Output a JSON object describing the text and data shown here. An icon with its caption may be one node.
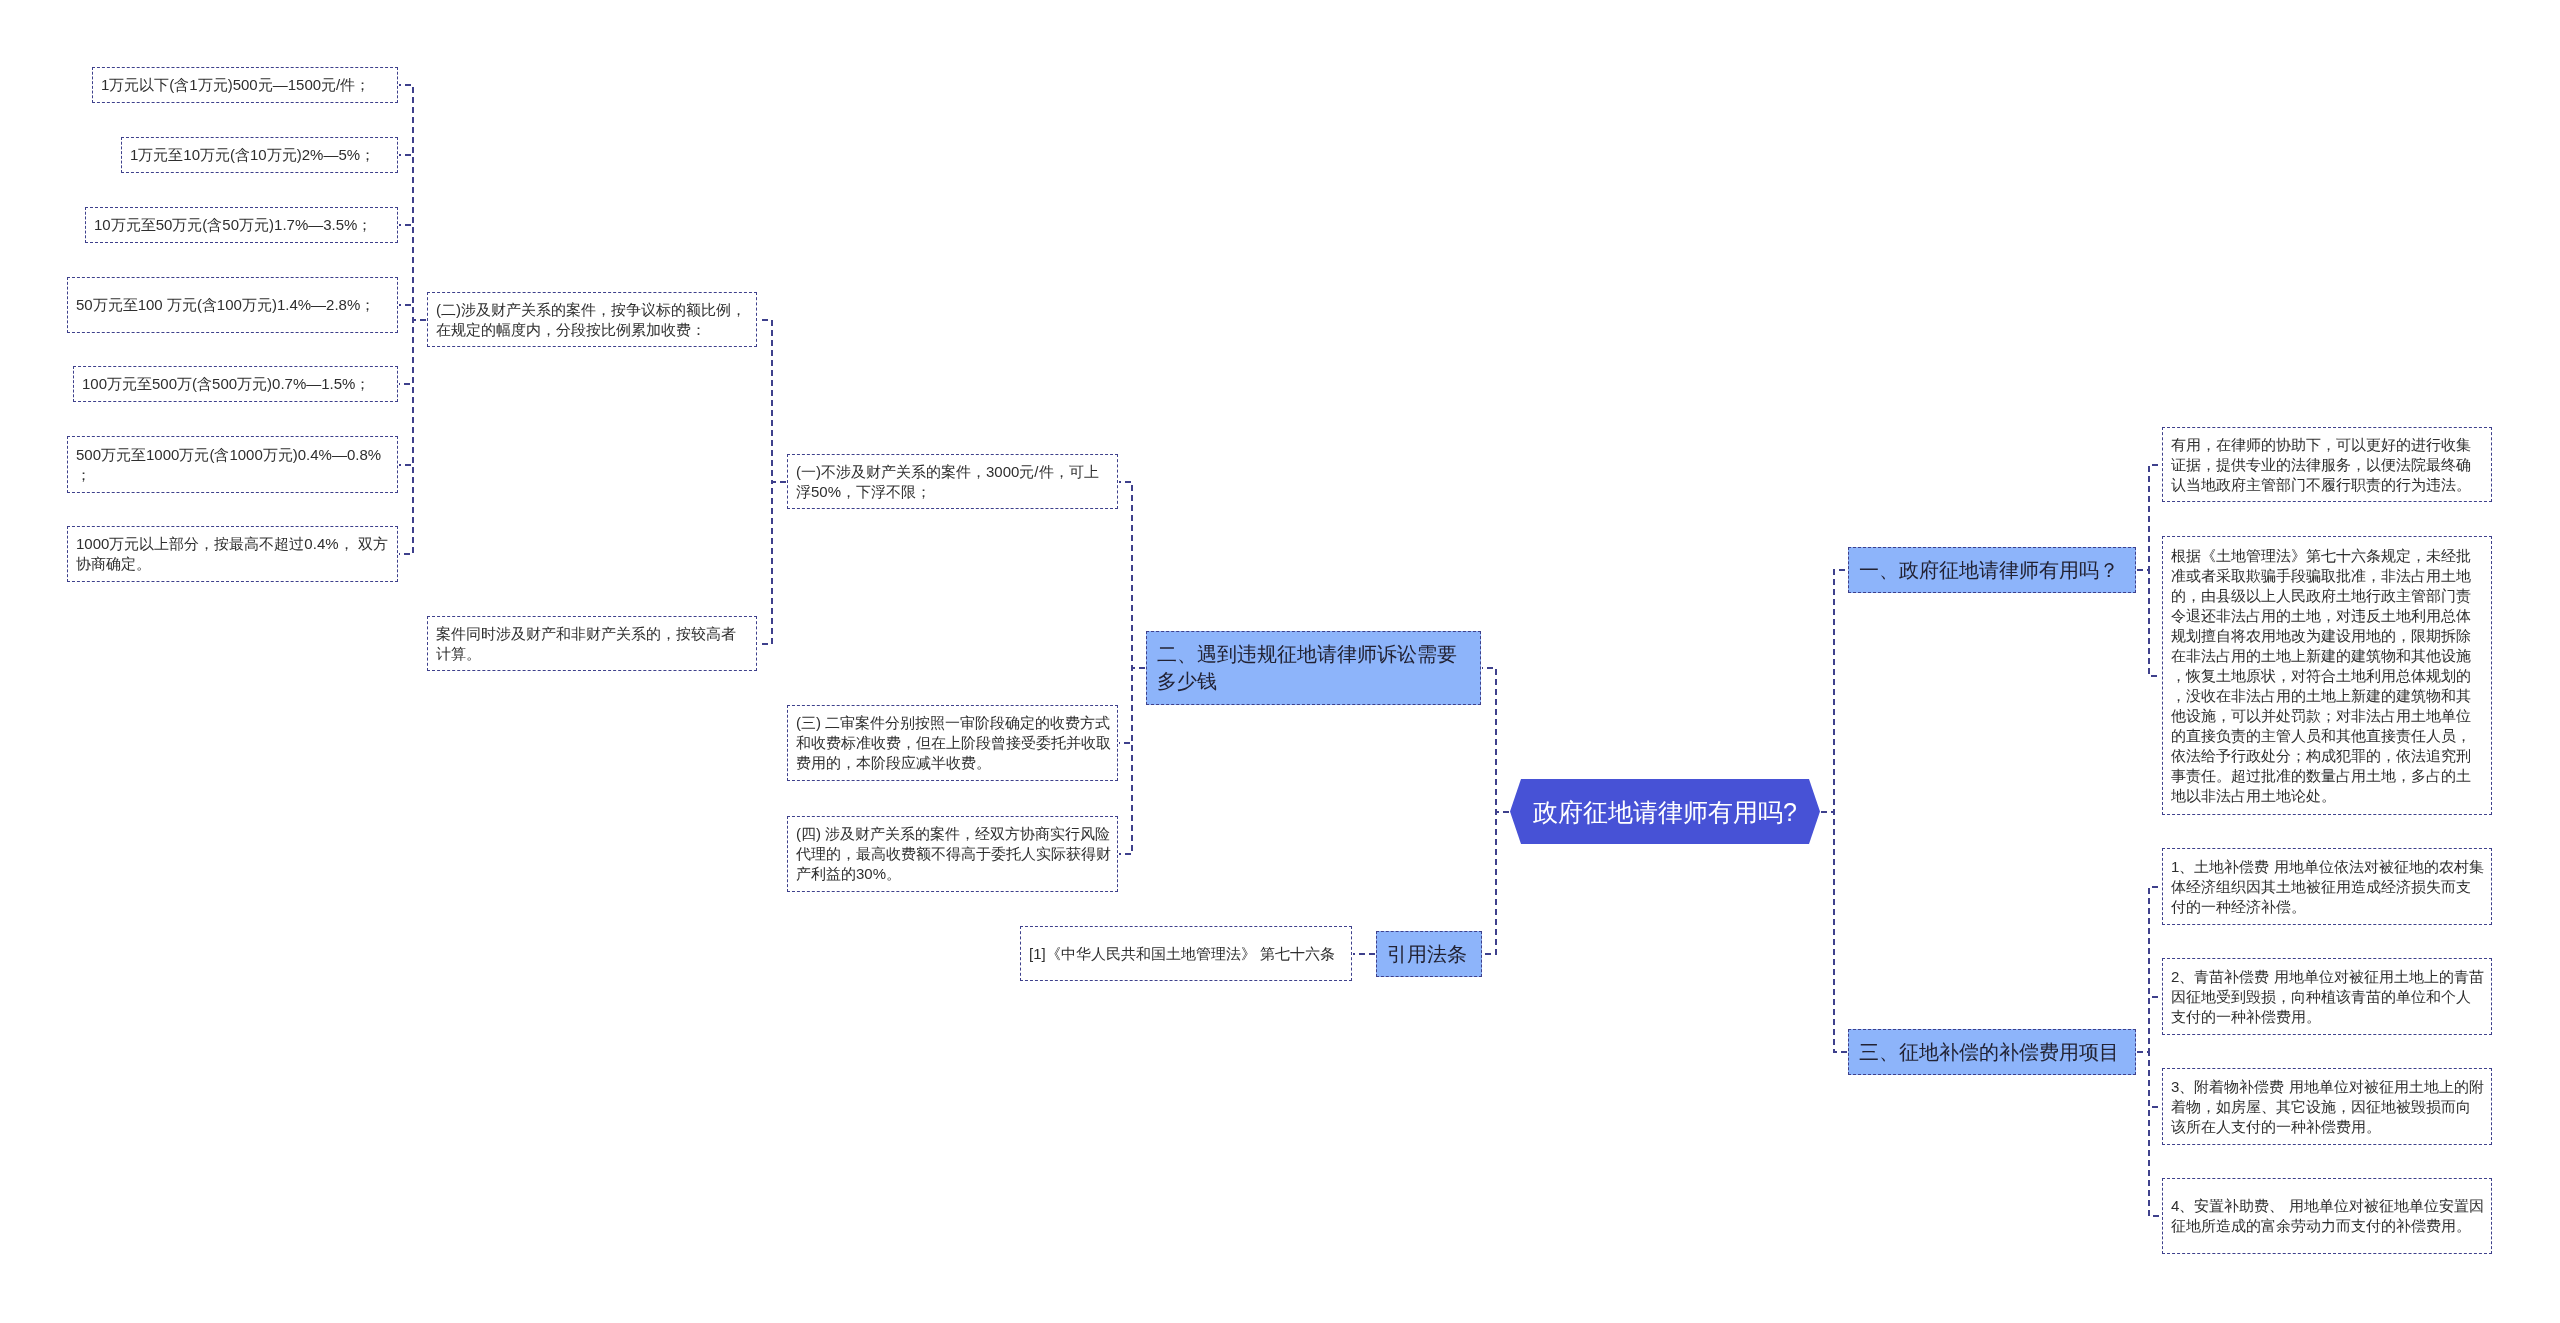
{
  "diagram": {
    "nodes": [
      {
        "text": [
          "政府征地请律师有用吗?"
        ]
      },
      {
        "text": [
          "一、政府征地请律师有用吗？"
        ]
      },
      {
        "text": [
          "有用，在律师的协助下，可以更好的进行收集证据，提供专业的法律服务，以便法院最终确认当地政府主管部门不履行职责的行为违法。"
        ]
      },
      {
        "text": [
          "根据《土地管理法》第七十六条规定，未经批准或者采取欺骗手段骗取批准，非法占用土地的，由县级以上人民政府土地行政主管部门责令退还非法占用的土地，对违反土地利用总体规划擅自将农用地改为建设用地的，限期拆除在非法占用的土地上新建的建筑物和其他设施，恢复土地原状，对符合土地利用总体规划的，没收在非法占用的土地上新建的建筑物和其他设施，可以并处罚款；对非法占用土地单位的直接负责的主管人员和其他直接责任人员，依法给予行政处分；构成犯罪的，依法追究刑事责任。超过批准的数量占用土地，多占的土地以非法占用土地论处。"
        ]
      },
      {
        "text": [
          "三、征地补偿的补偿费用项目"
        ]
      },
      {
        "text": [
          "1、土地补偿费 用地单位依法对被征地的农村集体经济组织因其土地被征用造成经济损失而支付的一种经济补偿。"
        ]
      },
      {
        "text": [
          "2、青苗补偿费 用地单位对被征用土地上的青苗因征地受到毁损，向种植该青苗的单位和个人支付的一种补偿费用。"
        ]
      },
      {
        "text": [
          "3、附着物补偿费 用地单位对被征用土地上的附着物，如房屋、其它设施，因征地被毁损而向该所在人支付的一种补偿费用。"
        ]
      },
      {
        "text": [
          "4、安置补助费、 用地单位对被征地单位安置因征地所造成的富余劳动力而支付的补偿费用。"
        ]
      },
      {
        "text": [
          "二、遇到违规征地请律师诉讼需要多少钱"
        ]
      },
      {
        "text": [
          "(一)不涉及财产关系的案件，3000元/件，可上浮50%，下浮不限；"
        ]
      },
      {
        "text": [
          "(二)涉及财产关系的案件，按争议标的额比例，在规定的幅度内，分段按比例累加收费："
        ]
      },
      {
        "text": [
          "1万元以下(含1万元)500元—1500元/件；"
        ]
      },
      {
        "text": [
          "1万元至10万元(含10万元)2%—5%；"
        ]
      },
      {
        "text": [
          "10万元至50万元(含50万元)1.7%—3.5%；"
        ]
      },
      {
        "text": [
          "50万元至100 万元(含100万元)1.4%—2.8%；"
        ]
      },
      {
        "text": [
          "100万元至500万(含500万元)0.7%—1.5%；"
        ]
      },
      {
        "text": [
          "500万元至1000万元(含1000万元)0.4%—0.8%；"
        ]
      },
      {
        "text": [
          "1000万元以上部分，按最高不超过0.4%， 双方协商确定。"
        ]
      },
      {
        "text": [
          "案件同时涉及财产和非财产关系的，按较高者计算。"
        ]
      },
      {
        "text": [
          "(三) 二审案件分别按照一审阶段确定的收费方式和收费标准收费，但在上阶段曾接受委托并收取费用的，本阶段应减半收费。"
        ]
      },
      {
        "text": [
          "(四) 涉及财产关系的案件，经双方协商实行风险代理的，最高收费额不得高于委托人实际获得财产利益的30%。"
        ]
      },
      {
        "text": [
          "引用法条"
        ]
      },
      {
        "text": [
          "[1]《中华人民共和国土地管理法》 第七十六条"
        ]
      }
    ],
    "edges": [
      {
        "from": 0,
        "to": 1,
        "arrow": "none"
      },
      {
        "from": 1,
        "to": 2,
        "arrow": "none"
      },
      {
        "from": 1,
        "to": 3,
        "arrow": "none"
      },
      {
        "from": 0,
        "to": 4,
        "arrow": "none"
      },
      {
        "from": 4,
        "to": 5,
        "arrow": "none"
      },
      {
        "from": 4,
        "to": 6,
        "arrow": "none"
      },
      {
        "from": 4,
        "to": 7,
        "arrow": "none"
      },
      {
        "from": 4,
        "to": 8,
        "arrow": "none"
      },
      {
        "from": 0,
        "to": 9,
        "arrow": "none"
      },
      {
        "from": 9,
        "to": 10,
        "arrow": "none"
      },
      {
        "from": 10,
        "to": 11,
        "arrow": "none"
      },
      {
        "from": 11,
        "to": 12,
        "arrow": "none"
      },
      {
        "from": 11,
        "to": 13,
        "arrow": "none"
      },
      {
        "from": 11,
        "to": 14,
        "arrow": "none"
      },
      {
        "from": 11,
        "to": 15,
        "arrow": "none"
      },
      {
        "from": 11,
        "to": 16,
        "arrow": "none"
      },
      {
        "from": 11,
        "to": 17,
        "arrow": "none"
      },
      {
        "from": 11,
        "to": 18,
        "arrow": "none"
      },
      {
        "from": 10,
        "to": 19,
        "arrow": "none"
      },
      {
        "from": 9,
        "to": 20,
        "arrow": "none"
      },
      {
        "from": 9,
        "to": 21,
        "arrow": "none"
      },
      {
        "from": 0,
        "to": 22,
        "arrow": "none"
      },
      {
        "from": 22,
        "to": 23,
        "arrow": "none"
      }
    ]
  }
}
